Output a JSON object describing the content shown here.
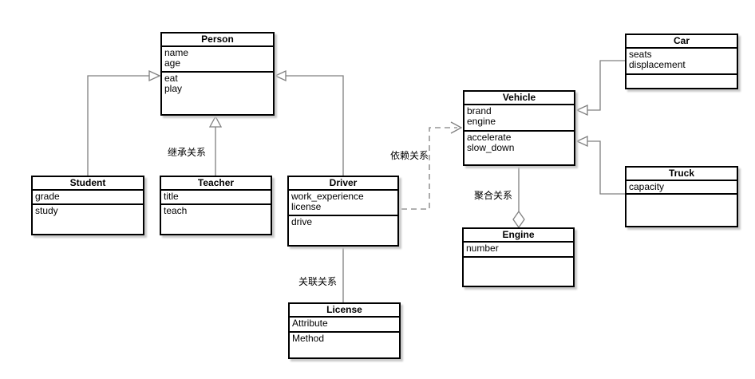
{
  "classes": {
    "person": {
      "name": "Person",
      "attributes": [
        "name",
        "age"
      ],
      "methods": [
        "eat",
        "play"
      ]
    },
    "student": {
      "name": "Student",
      "attributes": [
        "grade"
      ],
      "methods": [
        "study"
      ]
    },
    "teacher": {
      "name": "Teacher",
      "attributes": [
        "title"
      ],
      "methods": [
        "teach"
      ]
    },
    "driver": {
      "name": "Driver",
      "attributes": [
        "work_experience",
        "license"
      ],
      "methods": [
        "drive"
      ]
    },
    "license": {
      "name": "License",
      "attributes": [
        "Attribute"
      ],
      "methods": [
        "Method"
      ]
    },
    "vehicle": {
      "name": "Vehicle",
      "attributes": [
        "brand",
        "engine"
      ],
      "methods": [
        "accelerate",
        "slow_down"
      ]
    },
    "engine": {
      "name": "Engine",
      "attributes": [
        "number"
      ],
      "methods": []
    },
    "car": {
      "name": "Car",
      "attributes": [
        "seats",
        "displacement"
      ],
      "methods": []
    },
    "truck": {
      "name": "Truck",
      "attributes": [
        "capacity"
      ],
      "methods": []
    }
  },
  "edge_labels": {
    "inheritance": "继承关系",
    "dependency": "依赖关系",
    "association": "关联关系",
    "aggregation": "聚合关系"
  },
  "relationships": [
    {
      "from": "Student",
      "to": "Person",
      "type": "inheritance"
    },
    {
      "from": "Teacher",
      "to": "Person",
      "type": "inheritance"
    },
    {
      "from": "Driver",
      "to": "Person",
      "type": "inheritance"
    },
    {
      "from": "Driver",
      "to": "License",
      "type": "association"
    },
    {
      "from": "Driver",
      "to": "Vehicle",
      "type": "dependency"
    },
    {
      "from": "Vehicle",
      "to": "Engine",
      "type": "aggregation"
    },
    {
      "from": "Car",
      "to": "Vehicle",
      "type": "inheritance"
    },
    {
      "from": "Truck",
      "to": "Vehicle",
      "type": "inheritance"
    }
  ],
  "colors": {
    "edge_line": "#808080",
    "box_border": "#000000",
    "box_fill": "#ffffff",
    "shadow": "#c9c9c9",
    "background": "#ffffff"
  }
}
